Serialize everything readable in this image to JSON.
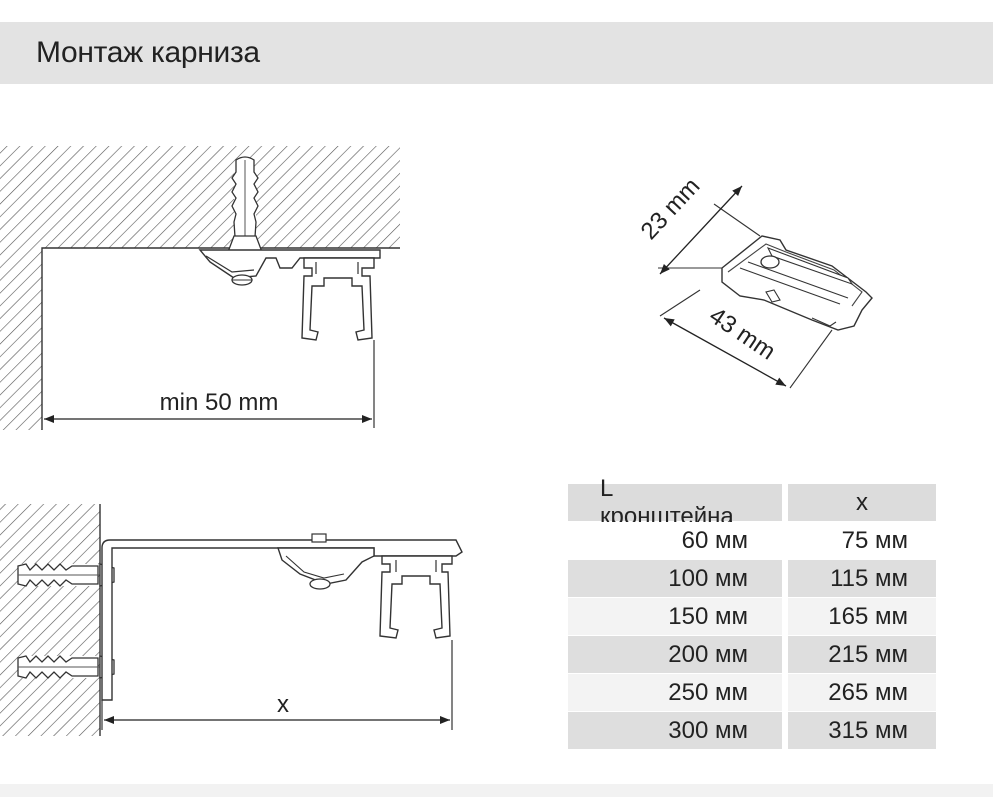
{
  "title": "Монтаж карниза",
  "ceiling_diagram": {
    "dimension_label": "min 50 mm"
  },
  "bracket_diagram": {
    "dimension_width": "23 mm",
    "dimension_length": "43 mm"
  },
  "wall_diagram": {
    "dimension_label": "x"
  },
  "table": {
    "header": [
      "L  кронштейна",
      "x"
    ],
    "rows": [
      [
        "60 мм",
        "75 мм"
      ],
      [
        "100 мм",
        "115 мм"
      ],
      [
        "150 мм",
        "165 мм"
      ],
      [
        "200 мм",
        "215 мм"
      ],
      [
        "250 мм",
        "265 мм"
      ],
      [
        "300 мм",
        "315 мм"
      ]
    ]
  }
}
